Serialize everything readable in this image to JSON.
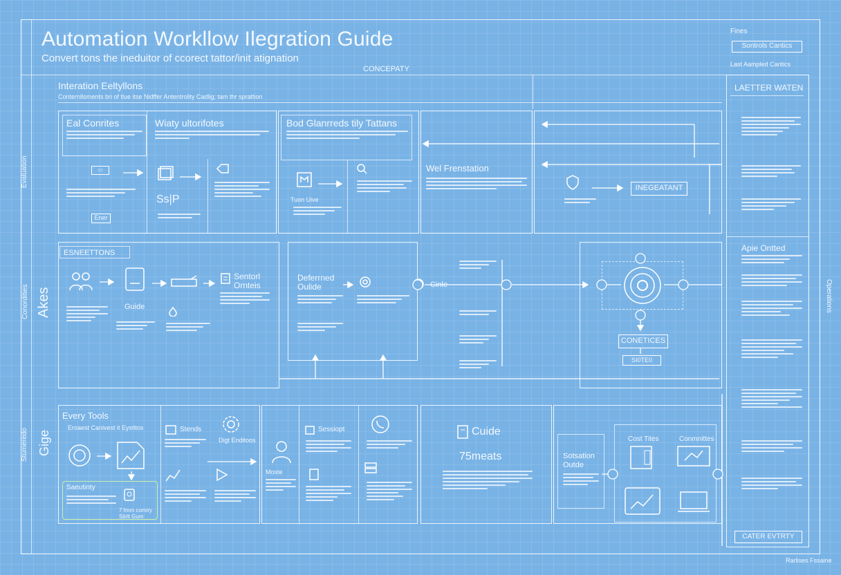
{
  "header": {
    "title": "Automation Workllow Ilegration Guide",
    "subtitle": "Convert tons the ineduitor of ccorect tattor/init atignation",
    "concept_label": "CONCEPATY"
  },
  "top_right": {
    "label": "Fines",
    "button": "Sontrols Cantics",
    "caption": "Last Aampled Cantics"
  },
  "side_labels": {
    "left_top": "Evaluation",
    "left_mid": "Conordities",
    "left_mid_big": "Akes",
    "left_bottom": "Stumeredo",
    "left_bottom_big": "Gige",
    "right_mid": "Operations"
  },
  "integration": {
    "heading": "Interation Eeltyllons",
    "caption": "Conternlloments bri of tlue itse Nidffer Antentrolity Cadlig; tam thr sprattion"
  },
  "panels_row1": {
    "card1_title": "Eal Conrites",
    "card1_link": "Ener",
    "card2_title": "Wiaty ultorifotes",
    "card2_icon_label": "Ss|P",
    "card3_title": "Bod Glanrreds tily Tattans",
    "card3_icon_label": "Tuon Uive",
    "card4_title": "Wel Frenstation",
    "integration_button": "INEGEATANT"
  },
  "right_panel": {
    "heading": "LAETTER WATEN",
    "apie_title": "Apie Ontted",
    "footer_button": "CATER EVTRTY"
  },
  "panels_row2": {
    "section_label": "ESNEETTONS",
    "guide_label": "Guide",
    "step_title": "Sentorl Ornteis",
    "deferred_title": "Deferrned Oulide",
    "center_label": "Cinle",
    "conditions_button": "CONETICES",
    "sub_button": "SI0TE0"
  },
  "panels_row3": {
    "every_tools": "Every Tools",
    "every_caption": "Eroaest Canivest it Eystitos",
    "sustain": "Saeutinty",
    "sustain_caption": "7 fmm comiry Stirlt Gum",
    "label_stends": "Stends",
    "label_digt": "Digt Enditoos",
    "label_sessiopt": "Sessiopt",
    "label_moste": "Moste",
    "guide_heading": "Cuide",
    "guide_metric": "75meats",
    "station_title": "Sotsation Outde",
    "cost_titles": "Cost Tites",
    "commities": "Conmnittes"
  },
  "footer": {
    "credit": "Rarlises Fssaine"
  }
}
